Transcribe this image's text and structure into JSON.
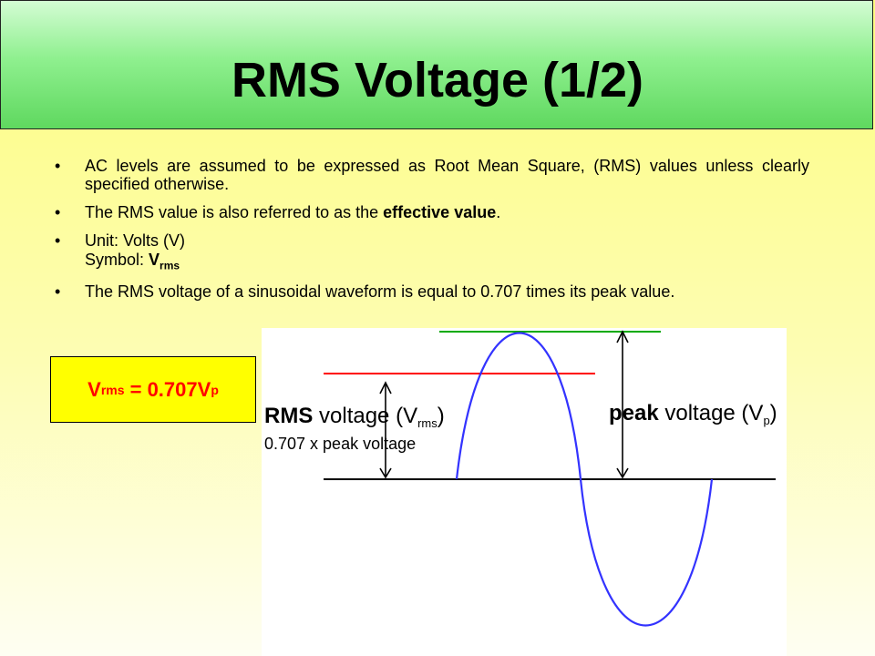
{
  "slide": {
    "title": "RMS Voltage (1/2)",
    "bullets": [
      {
        "text": "AC levels are assumed to be expressed as Root Mean Square, (RMS) values unless clearly specified otherwise."
      },
      {
        "prefix": "The RMS value is also referred to as the ",
        "bold": "effective value",
        "suffix": "."
      },
      {
        "line1": "Unit: Volts (V)",
        "line2_prefix": "Symbol: ",
        "symbol_main": "V",
        "symbol_sub": "rms"
      },
      {
        "text": "The RMS voltage of a sinusoidal waveform is equal to 0.707 times its peak value."
      }
    ],
    "formula": {
      "lhs_main": "V",
      "lhs_sub": "rms",
      "middle": " = 0.707V",
      "rhs_sub": "p"
    }
  },
  "diagram": {
    "rms_label_bold": "RMS",
    "rms_label_rest": " voltage (V",
    "rms_label_sub": "rms",
    "rms_label_close": ")",
    "rms_sublabel": "0.707 x peak voltage",
    "peak_label_bold": "peak",
    "peak_label_rest": " voltage (V",
    "peak_label_sub": "p",
    "peak_label_close": ")",
    "colors": {
      "wave": "#3333ff",
      "peak_line": "#00aa00",
      "rms_line": "#ff0000",
      "axis": "#000000"
    }
  }
}
